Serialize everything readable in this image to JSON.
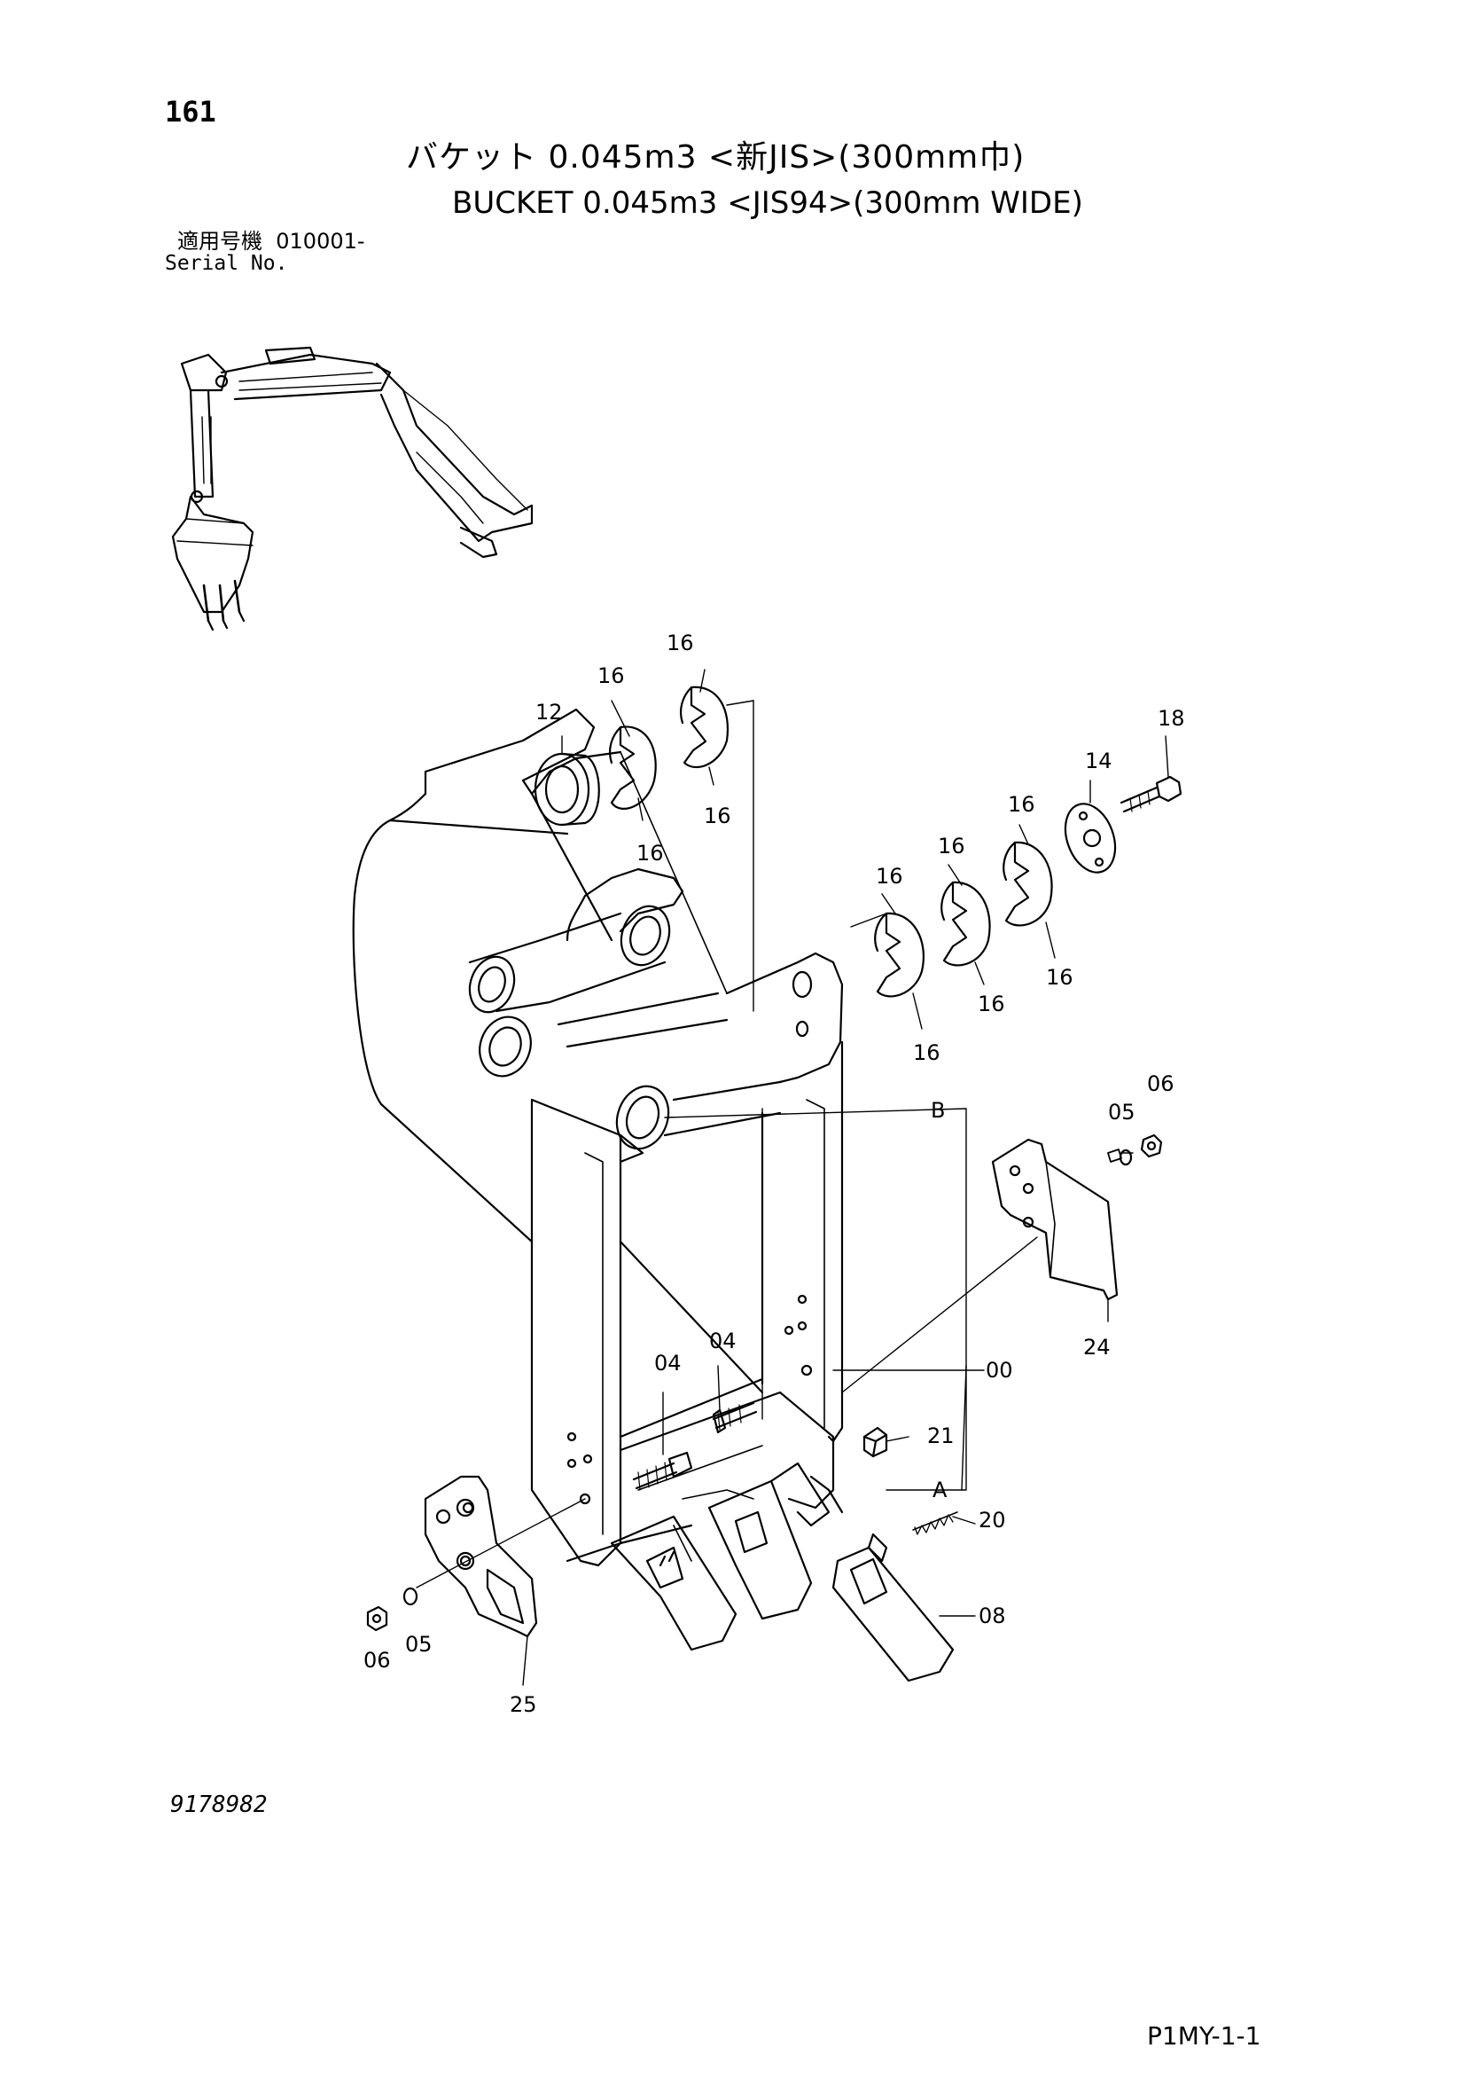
{
  "header": {
    "page_number": "161",
    "title_ja": "バケット 0.045m3 <新JIS>(300mm巾)",
    "title_en": "BUCKET 0.045m3 <JIS94>(300mm WIDE)",
    "serial_label_ja": "適用号機",
    "serial_value": "010001-",
    "serial_label_en": "Serial No."
  },
  "callouts": [
    {
      "id": "c12",
      "text": "12"
    },
    {
      "id": "c16a",
      "text": "16"
    },
    {
      "id": "c16b",
      "text": "16"
    },
    {
      "id": "c16c",
      "text": "16"
    },
    {
      "id": "c16d",
      "text": "16"
    },
    {
      "id": "c18",
      "text": "18"
    },
    {
      "id": "c14",
      "text": "14"
    },
    {
      "id": "c16e",
      "text": "16"
    },
    {
      "id": "c16f",
      "text": "16"
    },
    {
      "id": "c16g",
      "text": "16"
    },
    {
      "id": "c16h",
      "text": "16"
    },
    {
      "id": "c16i",
      "text": "16"
    },
    {
      "id": "c16j",
      "text": "16"
    },
    {
      "id": "c06a",
      "text": "06"
    },
    {
      "id": "c05a",
      "text": "05"
    },
    {
      "id": "cB",
      "text": "B"
    },
    {
      "id": "c24",
      "text": "24"
    },
    {
      "id": "c04a",
      "text": "04"
    },
    {
      "id": "c04b",
      "text": "04"
    },
    {
      "id": "c00",
      "text": "00"
    },
    {
      "id": "c21",
      "text": "21"
    },
    {
      "id": "cA",
      "text": "A"
    },
    {
      "id": "c20",
      "text": "20"
    },
    {
      "id": "c08",
      "text": "08"
    },
    {
      "id": "c06b",
      "text": "06"
    },
    {
      "id": "c05b",
      "text": "05"
    },
    {
      "id": "c25",
      "text": "25"
    }
  ],
  "footer": {
    "drawing_number": "9178982",
    "page_code": "P1MY-1-1"
  }
}
